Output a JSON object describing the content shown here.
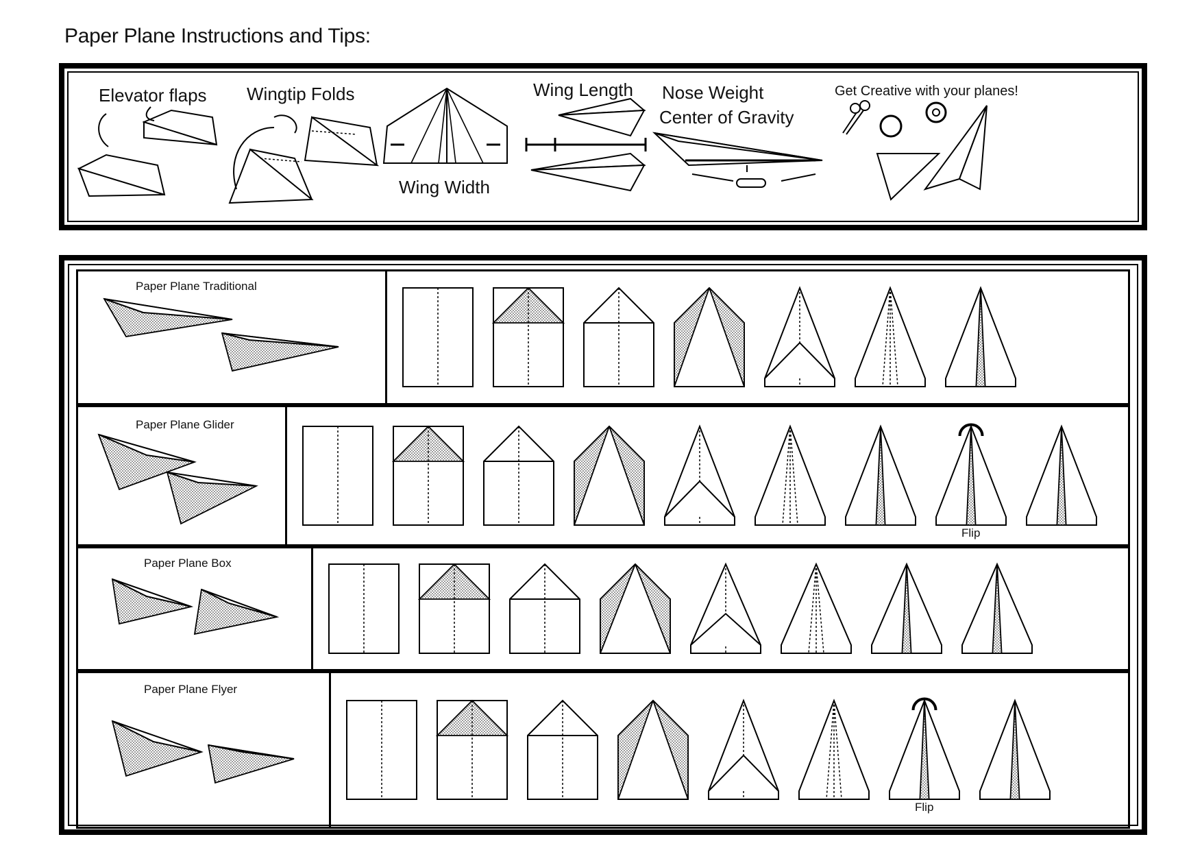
{
  "page": {
    "title": "Paper Plane Instructions and Tips:"
  },
  "tips": {
    "elevator_flaps": "Elevator flaps",
    "wingtip_folds": "Wingtip Folds",
    "wing_width": "Wing Width",
    "wing_length": "Wing Length",
    "nose_weight": "Nose Weight",
    "center_of_gravity": "Center of Gravity",
    "get_creative": "Get Creative with your planes!"
  },
  "rows": [
    {
      "title": "Paper Plane Traditional",
      "steps": 7,
      "flip_step": null,
      "flip_label": ""
    },
    {
      "title": "Paper Plane Glider",
      "steps": 9,
      "flip_step": 8,
      "flip_label": "Flip"
    },
    {
      "title": "Paper Plane Box",
      "steps": 8,
      "flip_step": null,
      "flip_label": ""
    },
    {
      "title": "Paper Plane Flyer",
      "steps": 8,
      "flip_step": 7,
      "flip_label": "Flip"
    }
  ],
  "icons": [
    "scissors-icon",
    "tape-icon",
    "paperclip-icon",
    "flip-arrow-icon"
  ]
}
